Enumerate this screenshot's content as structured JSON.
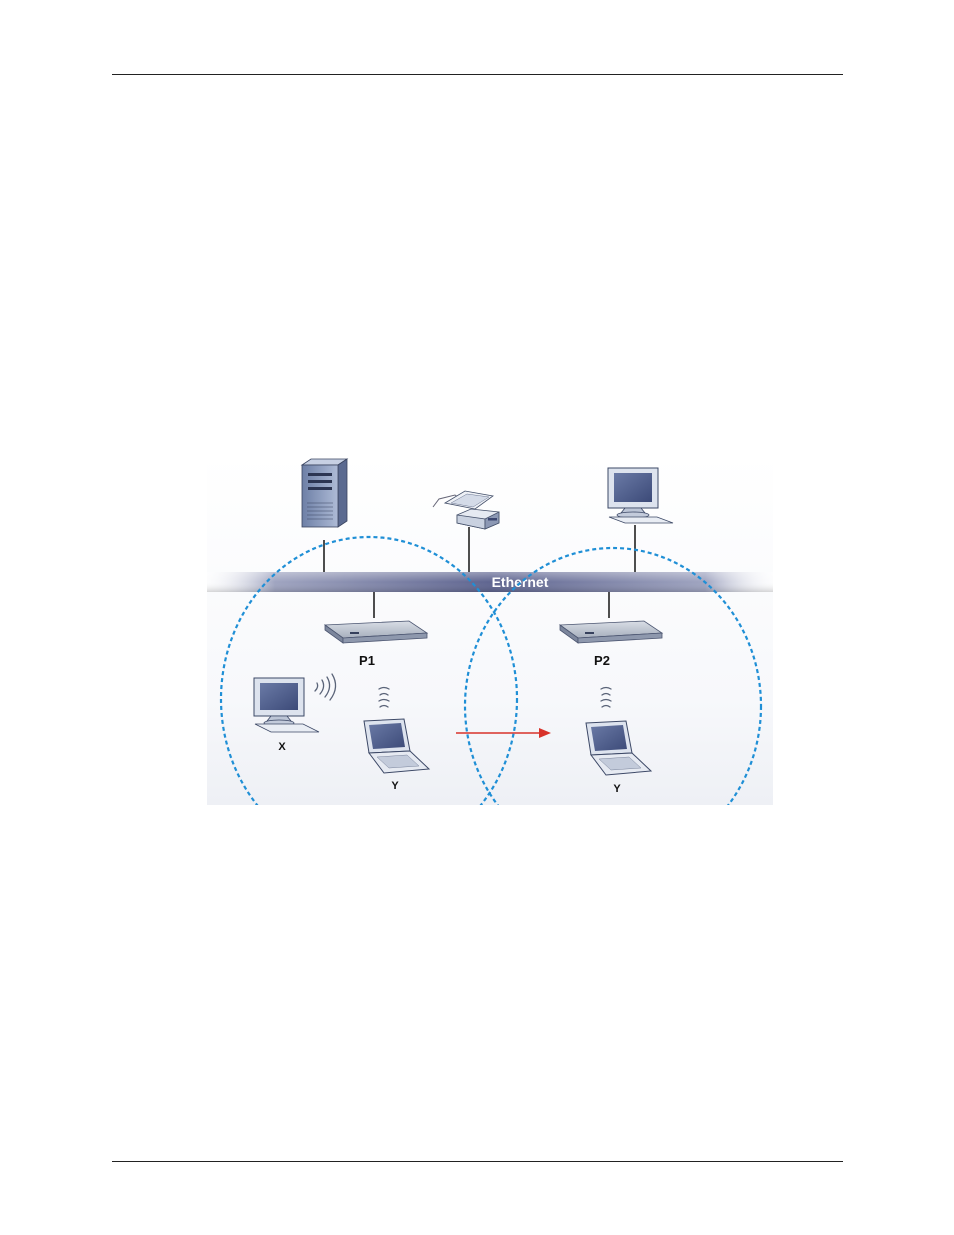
{
  "diagram": {
    "bus_label": "Ethernet",
    "access_points": [
      {
        "label": "P1"
      },
      {
        "label": "P2"
      }
    ],
    "stations": [
      {
        "label": "X"
      },
      {
        "label": "Y"
      },
      {
        "label": "Y"
      }
    ],
    "colors": {
      "coverage_circle": "#1f8fd6",
      "roaming_arrow": "#d8322a",
      "bus": "#6e7498",
      "device_body": "#9aa3b3",
      "screen": "#4e5e8e"
    }
  }
}
